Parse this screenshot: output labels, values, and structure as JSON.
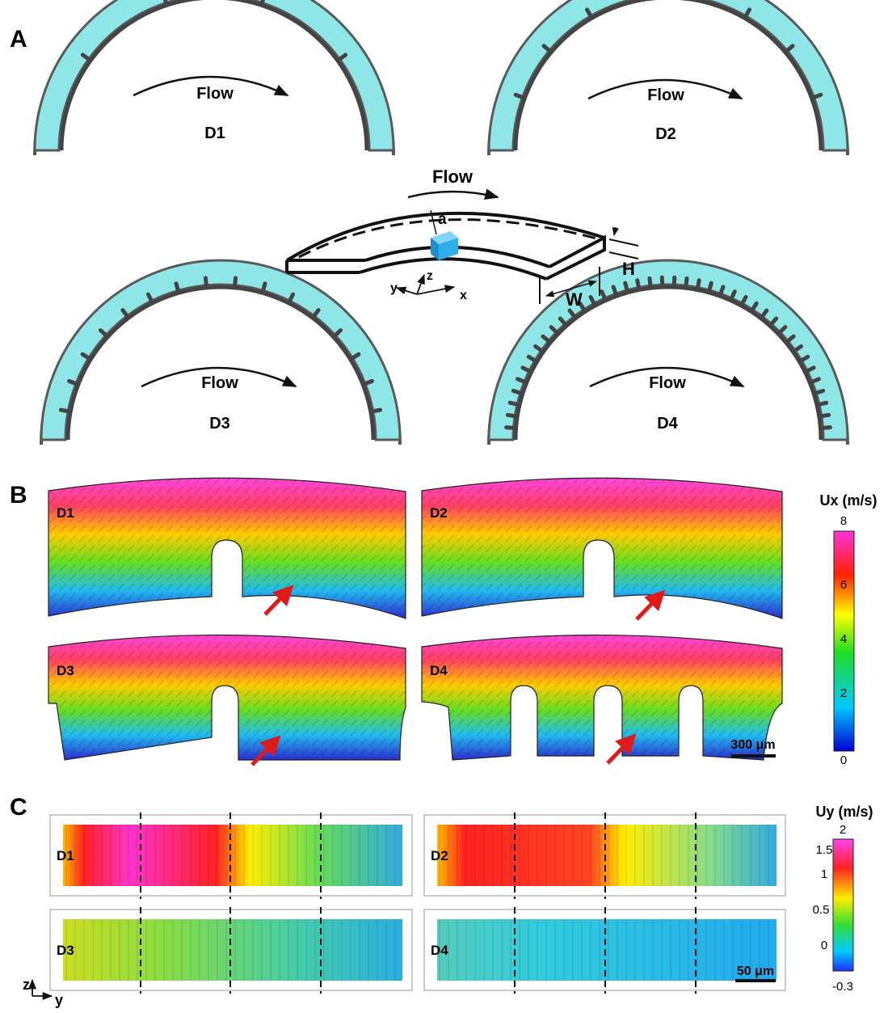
{
  "panels": {
    "A": {
      "letter": "A",
      "flow_label": "Flow",
      "device_labels": [
        "D1",
        "D2",
        "D3",
        "D4"
      ],
      "axis_labels": {
        "x": "x",
        "y": "y",
        "z": "z"
      },
      "dimension_labels": {
        "a": "a",
        "W": "W",
        "H": "H"
      },
      "colors": {
        "channel": "#8ee6e6",
        "wall": "#5a5a5a",
        "obstacle": "#2fa8e0"
      }
    },
    "B": {
      "letter": "B",
      "device_labels": [
        "D1",
        "D2",
        "D3",
        "D4"
      ],
      "scale_bar": "300 μm",
      "colorbar": {
        "title": "Ux (m/s)",
        "ticks": [
          "8",
          "6",
          "4",
          "2",
          "0"
        ],
        "min": 0,
        "max": 8
      }
    },
    "C": {
      "letter": "C",
      "device_labels": [
        "D1",
        "D2",
        "D3",
        "D4"
      ],
      "scale_bar": "50 μm",
      "axis_labels": {
        "z": "z",
        "y": "y"
      },
      "colorbar": {
        "title": "Uy (m/s)",
        "ticks": [
          "2",
          "1.5",
          "1",
          "0.5",
          "0",
          "-0.3"
        ],
        "min": -0.3,
        "max": 2
      }
    }
  }
}
